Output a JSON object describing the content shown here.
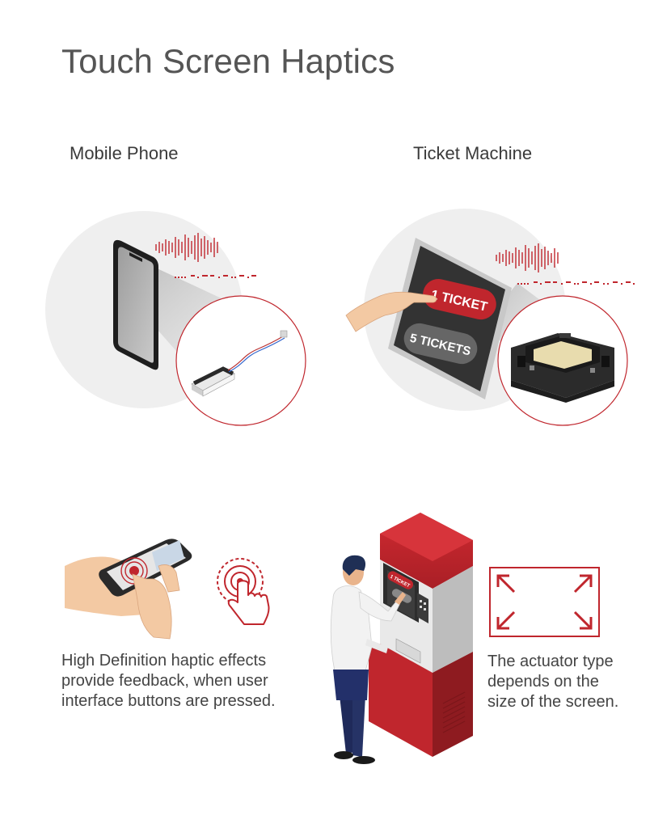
{
  "title": "Touch Screen Haptics",
  "sections": {
    "phone_label": "Mobile Phone",
    "ticket_label": "Ticket Machine"
  },
  "ticket_screen": {
    "button_1": "1 TICKET",
    "button_5": "5 TICKETS"
  },
  "kiosk_screen_button": "1 TICKET",
  "captions": {
    "left": [
      "High Definition haptic effects",
      "provide feedback, when user",
      "interface buttons are pressed."
    ],
    "right": [
      "The actuator type",
      "depends on the",
      "size of the screen."
    ]
  },
  "colors": {
    "accent_red": "#c0262d",
    "dark_red": "#8e1b20",
    "gray_bg": "#efefef",
    "dark_gray": "#3c3c3c"
  }
}
